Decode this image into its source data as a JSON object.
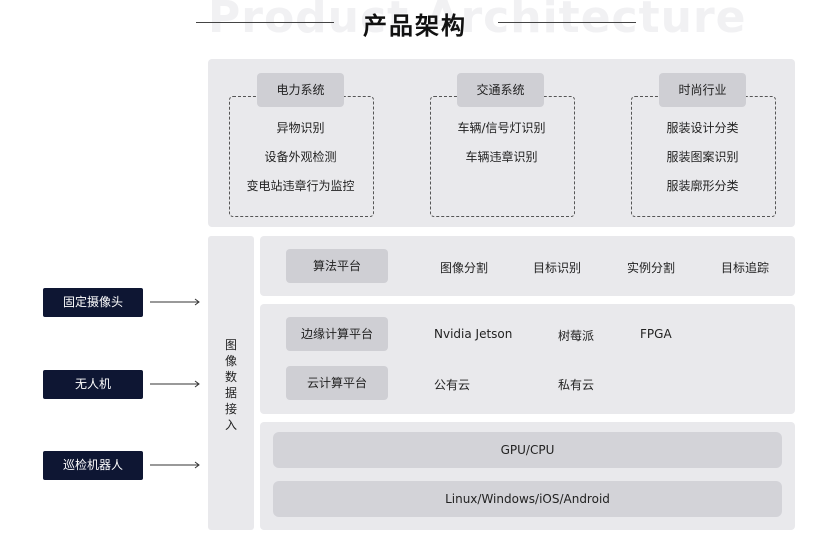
{
  "header": {
    "watermark": "Product Architecture",
    "title": "产品架构"
  },
  "industries": [
    {
      "label": "电力系统",
      "items": [
        "异物识别",
        "设备外观检测",
        "变电站违章行为监控"
      ]
    },
    {
      "label": "交通系统",
      "items": [
        "车辆/信号灯识别",
        "车辆违章识别"
      ]
    },
    {
      "label": "时尚行业",
      "items": [
        "服装设计分类",
        "服装图案识别",
        "服装廓形分类"
      ]
    }
  ],
  "algorithm": {
    "label": "算法平台",
    "items": [
      "图像分割",
      "目标识别",
      "实例分割",
      "目标追踪"
    ]
  },
  "edge": {
    "label": "边缘计算平台",
    "items": [
      "Nvidia Jetson",
      "树莓派",
      "FPGA"
    ]
  },
  "cloud": {
    "label": "云计算平台",
    "items": [
      "公有云",
      "私有云"
    ]
  },
  "infra": {
    "hardware": "GPU/CPU",
    "os": "Linux/Windows/iOS/Android"
  },
  "image_access": [
    "图",
    "像",
    "数",
    "据",
    "接",
    "入"
  ],
  "devices": [
    "固定摄像头",
    "无人机",
    "巡检机器人"
  ]
}
